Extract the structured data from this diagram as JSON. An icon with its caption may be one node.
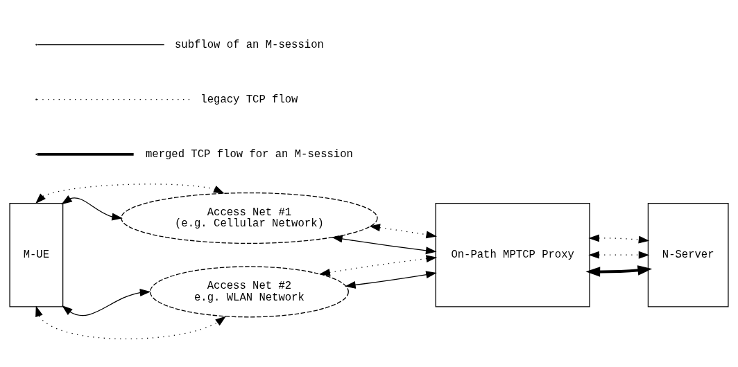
{
  "diagram": {
    "nodes": [
      {
        "text": [
          "M-UE"
        ]
      },
      {
        "text": [
          "Access Net #1",
          "(e.g. Cellular Network)"
        ]
      },
      {
        "text": [
          "Access Net #2",
          "e.g. WLAN Network"
        ]
      },
      {
        "text": [
          "On-Path MPTCP Proxy"
        ]
      },
      {
        "text": [
          "N-Server"
        ]
      }
    ],
    "edges": [
      {
        "from": 0,
        "to": 1,
        "arrow": "both"
      },
      {
        "from": 0,
        "to": 1,
        "arrow": "both",
        "style": "dashed"
      },
      {
        "from": 0,
        "to": 2,
        "arrow": "both"
      },
      {
        "from": 0,
        "to": 2,
        "arrow": "both",
        "style": "dashed"
      },
      {
        "from": 1,
        "to": 3,
        "arrow": "both"
      },
      {
        "from": 1,
        "to": 3,
        "arrow": "both",
        "style": "dashed"
      },
      {
        "from": 2,
        "to": 3,
        "arrow": "both"
      },
      {
        "from": 2,
        "to": 3,
        "arrow": "both",
        "style": "dashed"
      },
      {
        "from": 3,
        "to": 4,
        "arrow": "both",
        "style": "thick"
      },
      {
        "from": 3,
        "to": 4,
        "arrow": "both",
        "style": "dashed"
      },
      {
        "from": 3,
        "to": 4,
        "arrow": "both",
        "style": "dashed"
      }
    ],
    "legend": [
      {
        "text": "subflow of an M-session"
      },
      {
        "text": "legacy TCP flow"
      },
      {
        "text": "merged TCP flow for an M-session"
      }
    ]
  }
}
